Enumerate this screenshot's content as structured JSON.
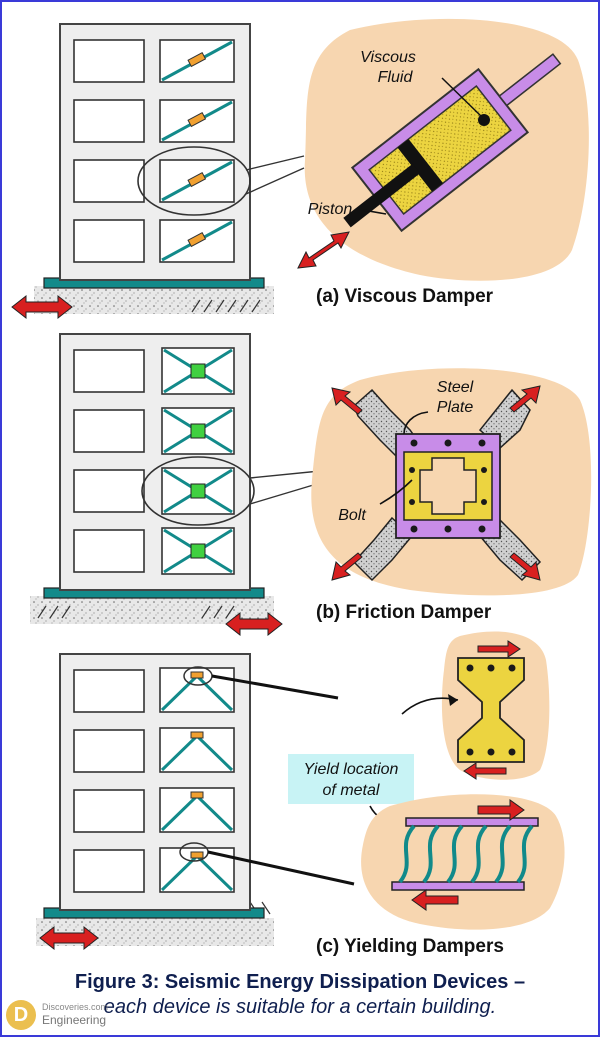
{
  "panel_a": {
    "label": "(a) Viscous Damper",
    "callouts": {
      "fluid_line1": "Viscous",
      "fluid_line2": "Fluid",
      "piston": "Piston"
    }
  },
  "panel_b": {
    "label": "(b) Friction Damper",
    "callouts": {
      "plate_line1": "Steel",
      "plate_line2": "Plate",
      "bolt": "Bolt"
    }
  },
  "panel_c": {
    "label": "(c) Yielding Dampers",
    "yield_line1": "Yield location",
    "yield_line2": "of metal"
  },
  "caption": {
    "line1": "Figure 3: Seismic Energy Dissipation Devices –",
    "line2": "each device is suitable for a certain building."
  },
  "watermark": {
    "top": "Discoveries.com",
    "bottom": "Engineering"
  },
  "colors": {
    "frame_border": "#3a3ad8",
    "building": "#eeeeee",
    "brace": "#128a8a",
    "arrow": "#d82020",
    "blob": "#f7d6b0",
    "damper_body": "#c88ce8",
    "fluid": "#ecd440",
    "friction_core": "#40d040",
    "callout_box": "#c8f3f5"
  }
}
